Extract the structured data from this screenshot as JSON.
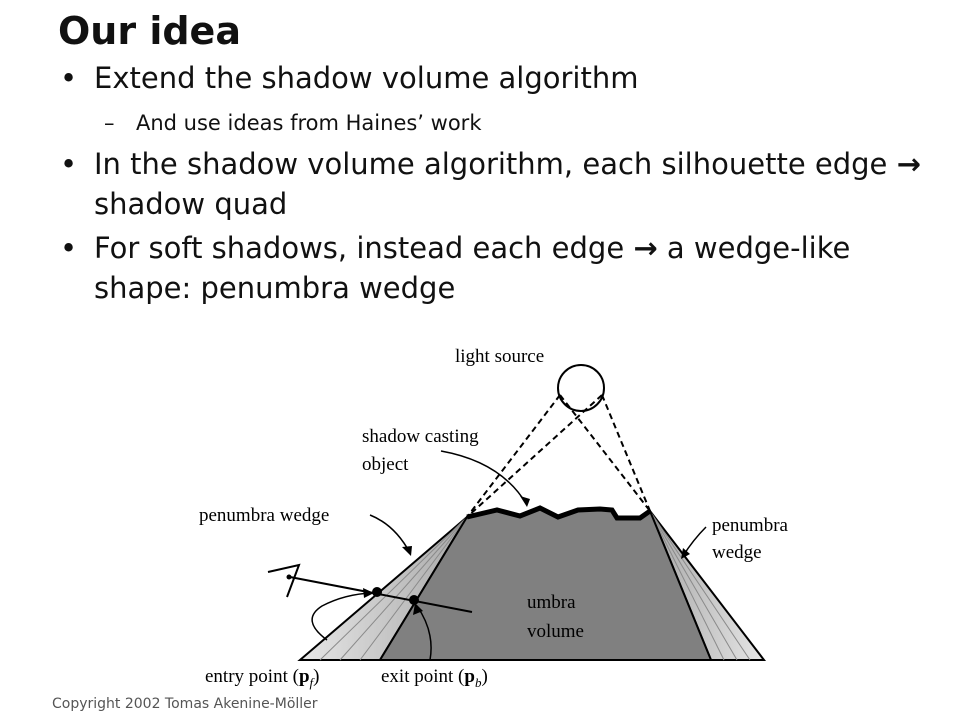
{
  "slide": {
    "title": "Our idea",
    "bullets": [
      {
        "marker": "•",
        "parts": [
          "Extend the shadow volume algorithm"
        ]
      },
      {
        "marker": "•",
        "parts": [
          "In the shadow volume algorithm, each silhouette edge ",
          "→",
          " shadow quad"
        ]
      },
      {
        "marker": "•",
        "parts": [
          "For soft shadows, instead each edge ",
          "→",
          " a wedge-like shape: penumbra wedge"
        ]
      }
    ],
    "subbullet": {
      "marker": "–",
      "text": "And use ideas from Haines’ work"
    },
    "copyright": "Copyright 2002 Tomas Akenine-Möller"
  },
  "figure": {
    "labels": {
      "light_source": "light source",
      "shadow_casting_1": "shadow casting",
      "shadow_casting_2": "object",
      "penumbra_wedge_left": "penumbra wedge",
      "penumbra_right_1": "penumbra",
      "penumbra_right_2": "wedge",
      "umbra_1": "umbra",
      "umbra_2": "volume",
      "entry_prefix": "entry point (",
      "entry_var": "p",
      "entry_sub": "f",
      "entry_suffix": ")",
      "exit_prefix": "exit point (",
      "exit_var": "p",
      "exit_sub": "b",
      "exit_suffix": ")"
    },
    "colors": {
      "umbra_fill": "#808080",
      "penumbra_light": "#e6e6e6",
      "penumbra_mid": "#c8c8c8",
      "penumbra_dark": "#a8a8a8"
    }
  }
}
